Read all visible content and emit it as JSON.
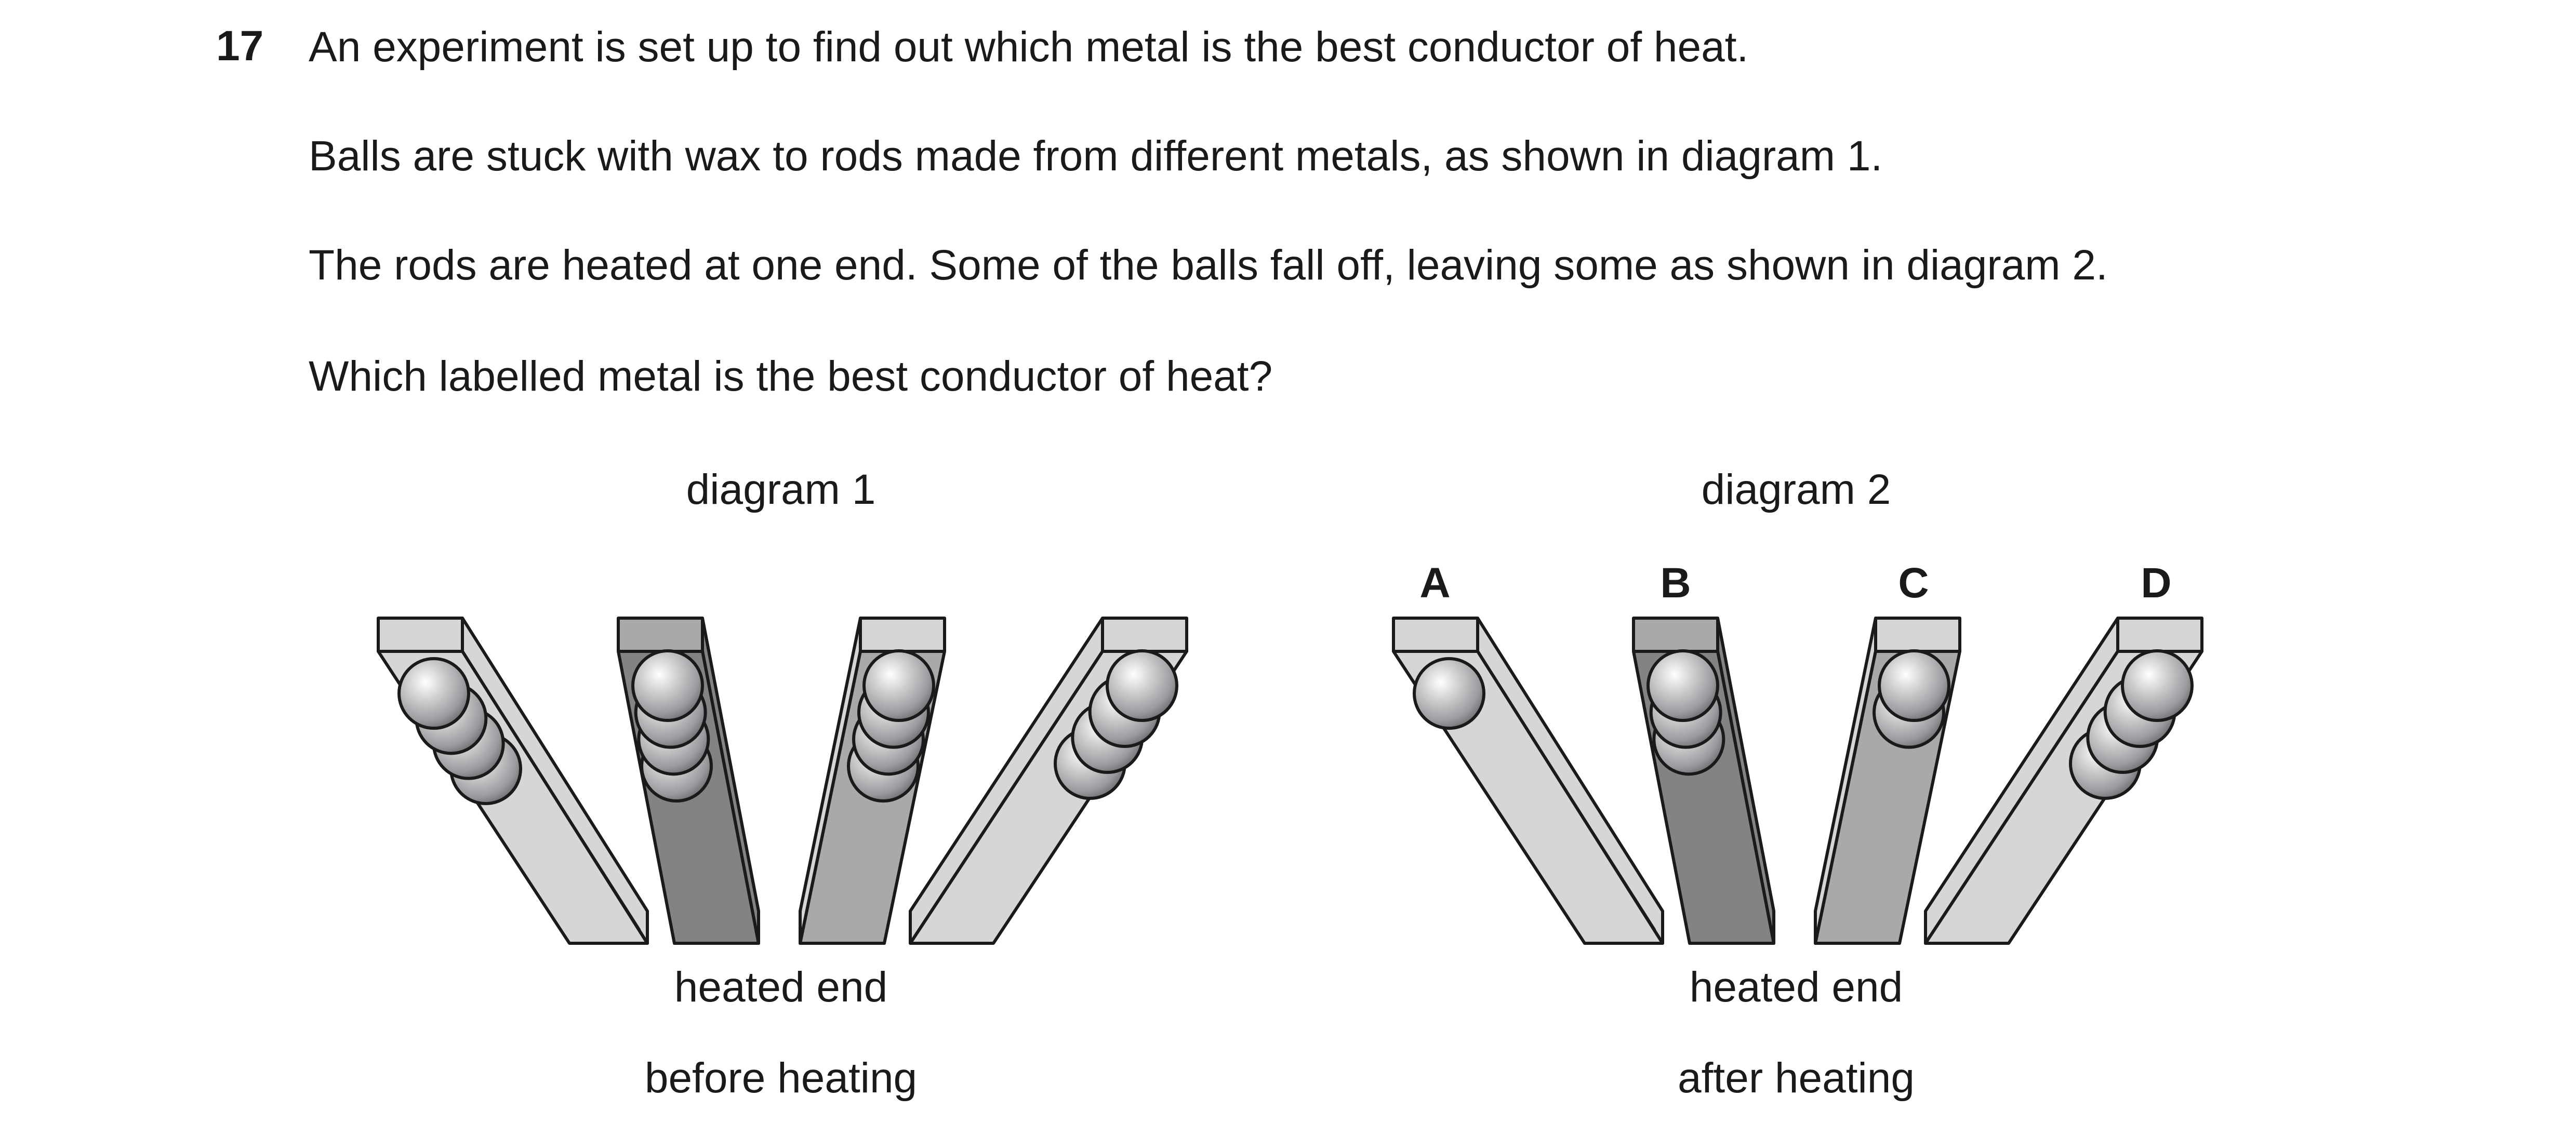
{
  "question": {
    "number": "17",
    "lines": [
      "An experiment is set up to find out which metal is the best conductor of heat.",
      "Balls are stuck with wax to rods made from different metals, as shown in diagram 1.",
      "The rods are heated at one end. Some of the balls fall off, leaving some as shown in diagram 2.",
      "Which labelled metal is the best conductor of heat?"
    ]
  },
  "diagram1": {
    "title": "diagram 1",
    "heated_label": "heated end",
    "caption": "before heating",
    "balls_per_rod": [
      4,
      4,
      4,
      4
    ]
  },
  "diagram2": {
    "title": "diagram 2",
    "heated_label": "heated end",
    "caption": "after heating",
    "rod_labels": [
      "A",
      "B",
      "C",
      "D"
    ],
    "balls_per_rod": [
      1,
      3,
      2,
      4
    ]
  },
  "colors": {
    "rod_light": "#d6d6d7",
    "rod_dark": "#828385",
    "rod_mid": "#a8a9ab",
    "outline": "#1a1a1a"
  }
}
